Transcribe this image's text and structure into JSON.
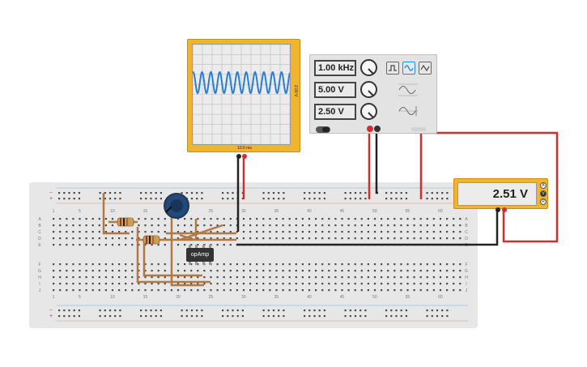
{
  "oscilloscope": {
    "volts_per_div": "2.00 V",
    "time_per_div": "10.0 ms",
    "trace_color": "#2b7fd0"
  },
  "function_generator": {
    "frequency": "1.00 kHz",
    "amplitude": "5.00 V",
    "dc_offset": "2.50 V",
    "waveforms": [
      "square",
      "sine",
      "triangle"
    ],
    "selected_waveform": "sine",
    "accent_color": "#1e8fe6"
  },
  "multimeter": {
    "reading": "2.51 V",
    "modes": [
      "A",
      "V",
      "R"
    ],
    "selected_mode": "V"
  },
  "breadboard": {
    "column_numbers": [
      "1",
      "5",
      "10",
      "15",
      "20",
      "25",
      "30",
      "35",
      "40",
      "45",
      "50",
      "55",
      "60"
    ],
    "row_letters_top": [
      "A",
      "B",
      "C",
      "D",
      "E"
    ],
    "row_letters_bottom": [
      "F",
      "G",
      "H",
      "I",
      "J"
    ],
    "rail_minus": "–",
    "rail_plus": "+"
  },
  "components": {
    "opamp_label": "opAmp"
  },
  "wire_colors": {
    "red": "#d12f2f",
    "black": "#222222",
    "brown": "#b07a45"
  }
}
